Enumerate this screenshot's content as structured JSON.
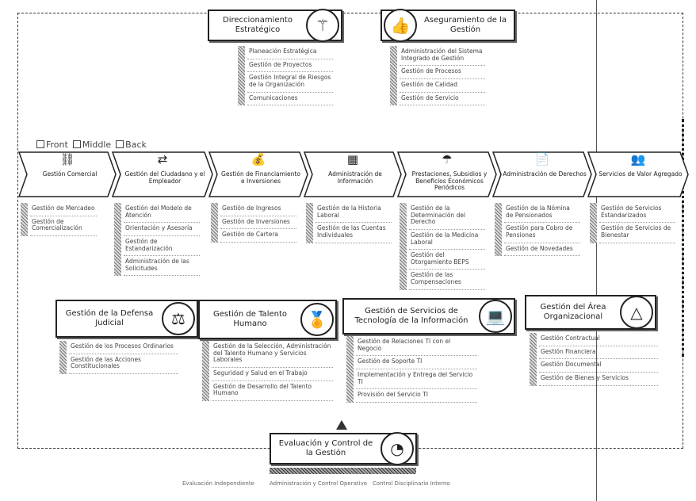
{
  "top": [
    {
      "title": "Direccionamiento Estratégico",
      "icon": "tree-icon",
      "items": [
        "Planeación Estratégica",
        "Gestión de Proyectos",
        "Gestión Integral de Riesgos de la Organización",
        "Comunicaciones"
      ]
    },
    {
      "title": "Aseguramiento de la Gestión",
      "icon": "thumbs-up-icon",
      "items": [
        "Administración del Sistema Integrado de Gestión",
        "Gestión de Procesos",
        "Gestión de Calidad",
        "Gestión de Servicio"
      ]
    }
  ],
  "legend": [
    "Front",
    "Middle",
    "Back"
  ],
  "chevrons": [
    {
      "title": "Gestión Comercial",
      "icon": "org-chart-icon",
      "glyph": "⛓",
      "items": [
        "Gestión de Mercadeo",
        "Gestión de Comercialización"
      ]
    },
    {
      "title": "Gestión del Ciudadano y el Empleador",
      "icon": "person-arrows-icon",
      "glyph": "⇄",
      "items": [
        "Gestión del Modelo de Atención",
        "Orientación y Asesoría",
        "Gestión de Estandarización",
        "Administración de las Solicitudes"
      ]
    },
    {
      "title": "Gestión de Financiamiento e Inversiones",
      "icon": "money-hand-icon",
      "glyph": "💰",
      "items": [
        "Gestión de Ingresos",
        "Gestión de Inversiones",
        "Gestión de Cartera"
      ]
    },
    {
      "title": "Administración de Información",
      "icon": "database-icon",
      "glyph": "▦",
      "items": [
        "Gestión de la Historia Laboral",
        "Gestión de las Cuentas Individuales"
      ]
    },
    {
      "title": "Prestaciones, Subsidios y Beneficios Económicos Periódicos",
      "icon": "umbrella-icon",
      "glyph": "☂",
      "items": [
        "Gestión de la Determinación del Derecho",
        "Gestión de la Medicina Laboral",
        "Gestión del Otorgamiento BEPS",
        "Gestión de las Compensaciones"
      ]
    },
    {
      "title": "Administración de Derechos",
      "icon": "document-icon",
      "glyph": "📄",
      "items": [
        "Gestión de la Nómina de Pensionados",
        "Gestión para Cobro de Pensiones",
        "Gestión de Novedades"
      ]
    },
    {
      "title": "Servicios de Valor Agregado",
      "icon": "people-icon",
      "glyph": "👥",
      "items": [
        "Gestión de Servicios Estandarizados",
        "Gestión de Servicios de Bienestar"
      ]
    }
  ],
  "support": [
    {
      "title": "Gestión de la Defensa Judicial",
      "icon": "scales-icon",
      "glyph": "⚖",
      "items": [
        "Gestión de los Procesos Ordinarios",
        "Gestión de las Acciones Constitucionales"
      ]
    },
    {
      "title": "Gestión de Talento Humano",
      "icon": "badge-icon",
      "glyph": "🏅",
      "items": [
        "Gestión de la Selección, Administración del Talento Humano y Servicios Laborales",
        "Seguridad y Salud en el Trabajo",
        "Gestión de Desarrollo del Talento Humano"
      ]
    },
    {
      "title": "Gestión de Servicios de Tecnología de la Información",
      "icon": "laptop-icon",
      "glyph": "💻",
      "items": [
        "Gestión de Relaciones TI con el Negocio",
        "Gestión de Soporte TI",
        "Implementación y Entrega del Servicio TI",
        "Provisión del Servicio TI"
      ]
    },
    {
      "title": "Gestión del Área Organizacional",
      "icon": "network-icon",
      "glyph": "△",
      "items": [
        "Gestión Contractual",
        "Gestión Financiera",
        "Gestión Documental",
        "Gestión de Bienes y Servicios"
      ]
    }
  ],
  "evaluation": {
    "title": "Evaluación y Control de la Gestión",
    "icon": "gauge-icon",
    "glyph": "◔",
    "items": [
      "Evaluación Independiente",
      "Administración y Control Operativo",
      "Control Disciplinario Interno"
    ]
  }
}
